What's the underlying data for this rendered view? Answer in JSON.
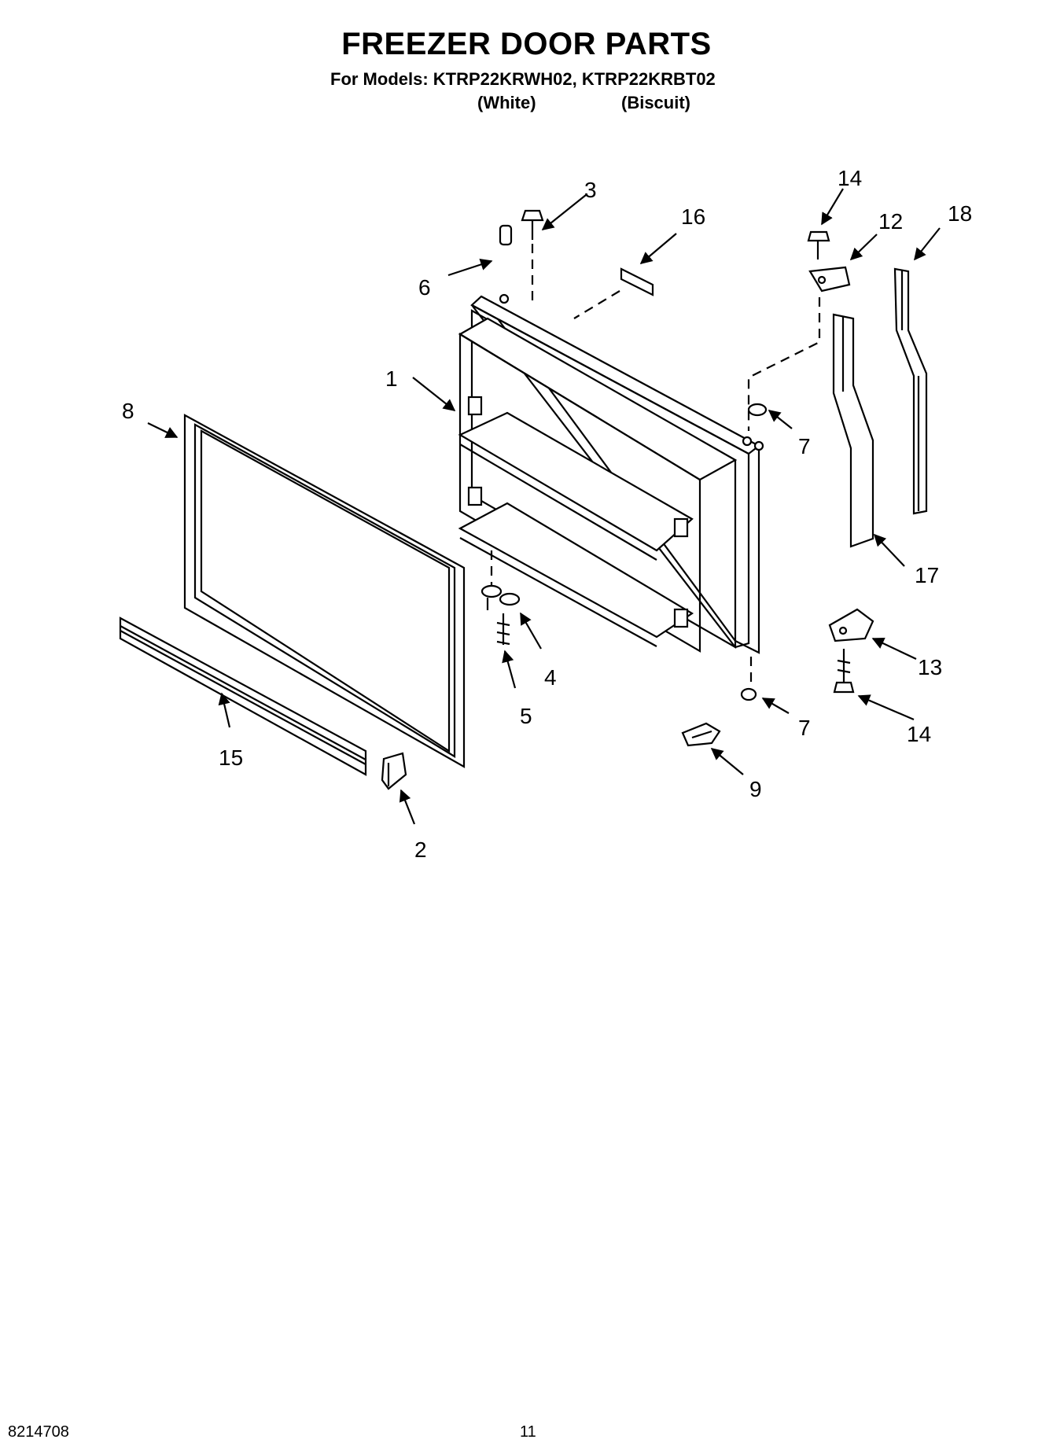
{
  "header": {
    "title": "FREEZER DOOR PARTS",
    "models_line": "For Models: KTRP22KRWH02, KTRP22KRBT02",
    "variant_1": "(White)",
    "variant_2": "(Biscuit)"
  },
  "callouts": {
    "c1": "1",
    "c2": "2",
    "c3": "3",
    "c4": "4",
    "c5": "5",
    "c6": "6",
    "c7a": "7",
    "c7b": "7",
    "c8": "8",
    "c9": "9",
    "c12": "12",
    "c13": "13",
    "c14a": "14",
    "c14b": "14",
    "c15": "15",
    "c16": "16",
    "c17": "17",
    "c18": "18"
  },
  "footer": {
    "doc_number": "8214708",
    "page_number": "11"
  }
}
